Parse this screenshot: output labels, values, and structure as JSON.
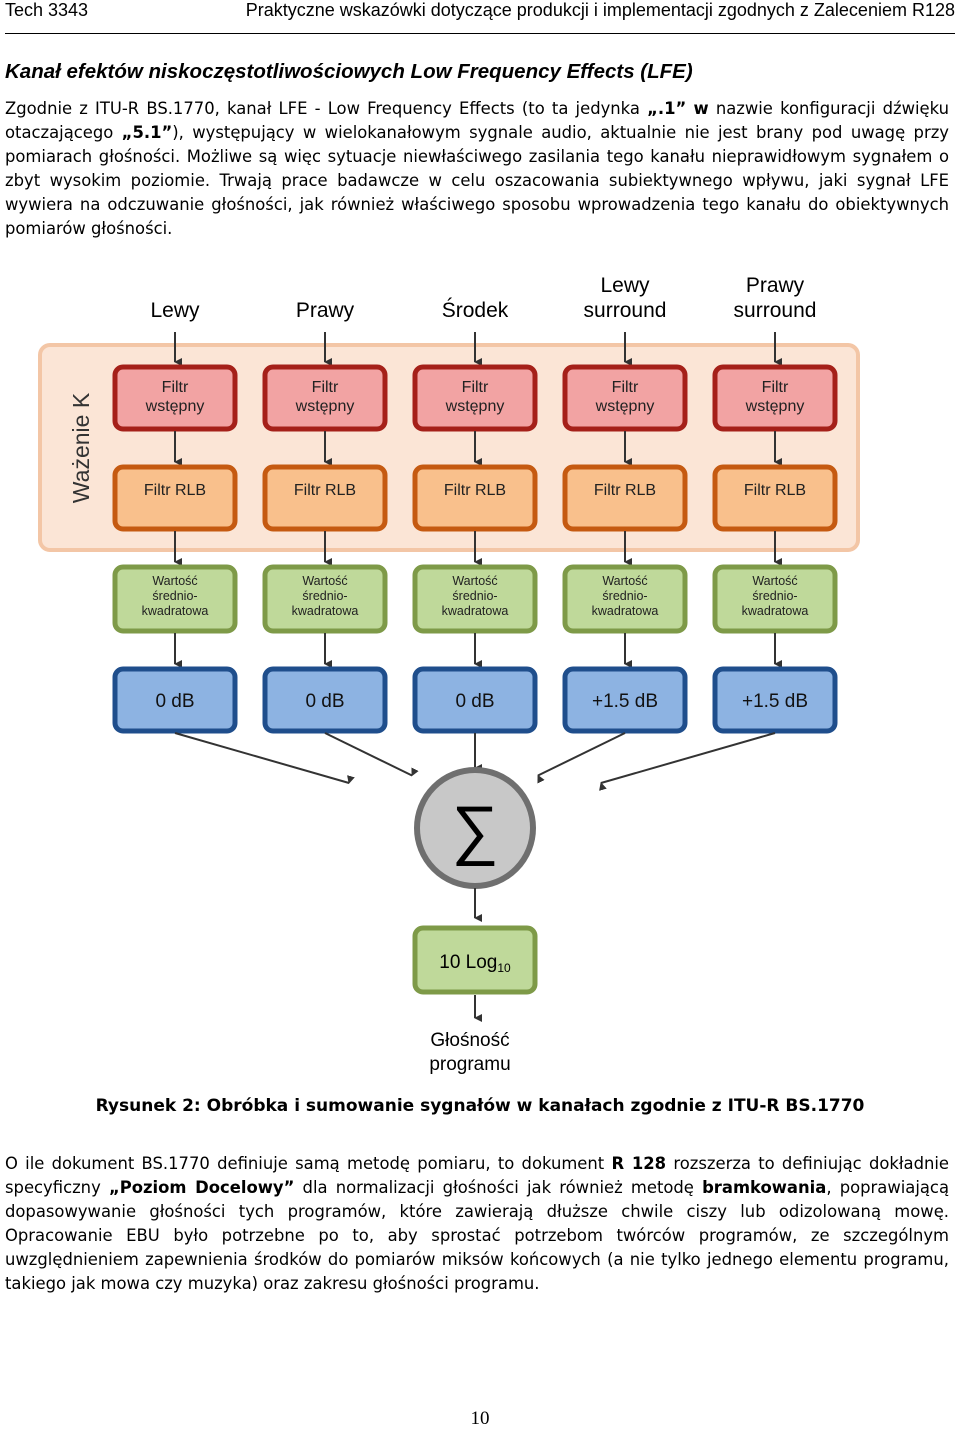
{
  "header": {
    "left": "Tech 3343",
    "right": "Praktyczne wskazówki dotyczące produkcji i implementacji zgodnych z Zaleceniem R128"
  },
  "section_title": "Kanał efektów niskoczęstotliwościowych Low Frequency Effects (LFE)",
  "para1": {
    "t1": "Zgodnie z ITU-R BS.1770, kanał LFE - Low Frequency Effects (to ta jedynka ",
    "b1": "„.1”",
    "t2": " ",
    "b2": "w",
    "t3": " nazwie konfiguracji dźwięku otaczającego ",
    "b3": "„5.1”",
    "t4": "), występujący w wielokanałowym sygnale audio, aktualnie nie jest brany pod uwagę przy pomiarach głośności. Możliwe są więc sytuacje niewłaściwego zasilania tego kanału nieprawidłowym sygnałem o zbyt wysokim poziomie. Trwają prace badawcze w celu oszacowania subiektywnego wpływu, jaki sygnał LFE wywiera na odczuwanie głośności, jak również właściwego sposobu wprowadzenia tego kanału do obiektywnych pomiarów głośności."
  },
  "diagram": {
    "channels": [
      {
        "label_line1": "Lewy",
        "label_line2": "",
        "gain": "0 dB"
      },
      {
        "label_line1": "Prawy",
        "label_line2": "",
        "gain": "0 dB"
      },
      {
        "label_line1": "Środek",
        "label_line2": "",
        "gain": "0 dB"
      },
      {
        "label_line1": "Lewy",
        "label_line2": "surround",
        "gain": "+1.5 dB"
      },
      {
        "label_line1": "Prawy",
        "label_line2": "surround",
        "gain": "+1.5 dB"
      }
    ],
    "k_weighting_label": "Ważenie K",
    "prefilter_line1": "Filtr",
    "prefilter_line2": "wstępny",
    "rlb_label": "Filtr RLB",
    "rms_line1": "Wartość",
    "rms_line2": "średnio-",
    "rms_line3": "kwadratowa",
    "sum_symbol": "∑",
    "log_label": "10 Log",
    "log_sub": "10",
    "output_line1": "Głośność",
    "output_line2": "programu",
    "colors": {
      "kweight_bg": "#fbe5d6",
      "prefilter_fill": "#f2a3a3",
      "prefilter_stroke": "#a52019",
      "rlb_fill": "#f9c08c",
      "rlb_stroke": "#c55a11",
      "rms_fill": "#bfd99a",
      "rms_stroke": "#7e9a48",
      "gain_fill": "#8db3e2",
      "gain_stroke": "#1f4e8c",
      "sum_fill": "#c8c8c8",
      "sum_stroke": "#6f6f6f"
    }
  },
  "caption": "Rysunek 2: Obróbka i sumowanie sygnałów w kanałach zgodnie z ITU-R BS.1770",
  "para2": {
    "t1": "O ile dokument BS.1770 definiuje samą metodę pomiaru, to dokument ",
    "b1": "R 128",
    "t2": " rozszerza to definiując dokładnie specyficzny ",
    "b2": "„Poziom Docelowy”",
    "t3": " dla normalizacji głośności jak również metodę ",
    "b3": "bramkowania",
    "t4": ", poprawiającą dopasowywanie głośności tych programów, które zawierają dłuższe chwile ciszy lub odizolowaną mowę. Opracowanie EBU było potrzebne po to, aby sprostać potrzebom twórców programów, ze szczególnym uwzględnieniem zapewnienia środków do pomiarów miksów końcowych (a nie tylko jednego elementu programu, takiego jak mowa czy muzyka) oraz zakresu głośności programu."
  },
  "page_number": "10"
}
